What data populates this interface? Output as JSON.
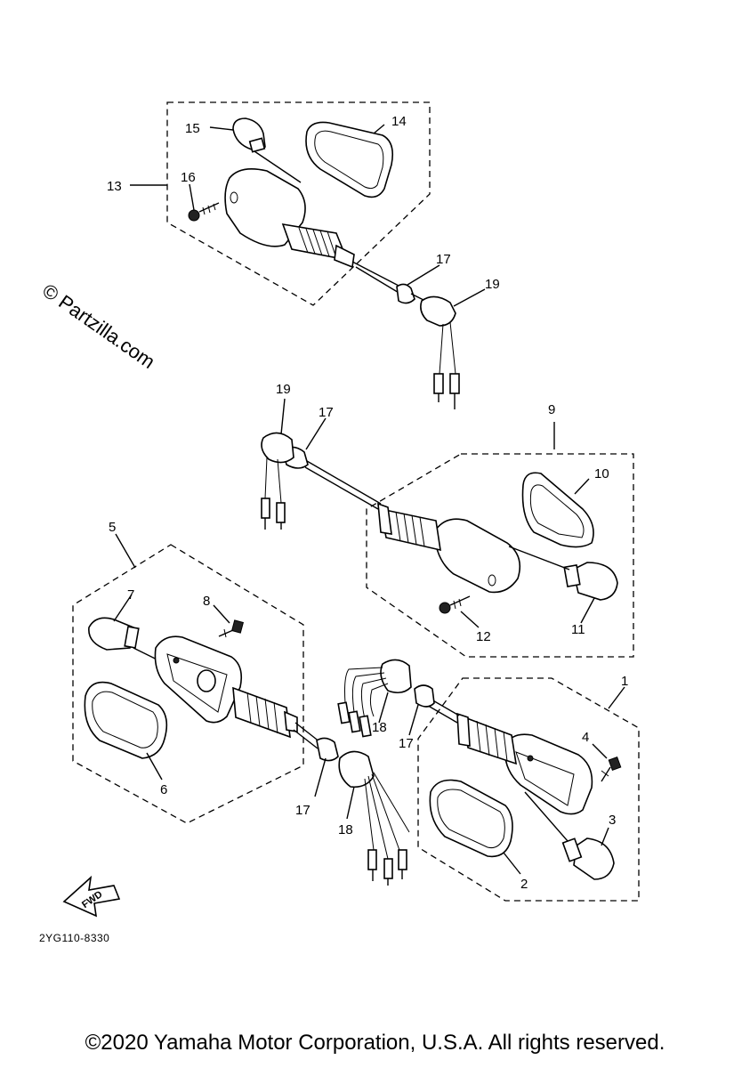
{
  "watermark": "© Partzilla.com",
  "diagram_code": "2YG110-8330",
  "fwd_label": "FWD",
  "copyright": "©2020 Yamaha Motor Corporation, U.S.A. All rights reserved.",
  "callouts": {
    "c1": "1",
    "c2": "2",
    "c3": "3",
    "c4": "4",
    "c5": "5",
    "c6": "6",
    "c7": "7",
    "c8": "8",
    "c9": "9",
    "c10": "10",
    "c11": "11",
    "c12": "12",
    "c13": "13",
    "c14": "14",
    "c15": "15",
    "c16": "16",
    "c17a": "17",
    "c17b": "17",
    "c17c": "17",
    "c17d": "17",
    "c18a": "18",
    "c18b": "18",
    "c19a": "19",
    "c19b": "19"
  }
}
